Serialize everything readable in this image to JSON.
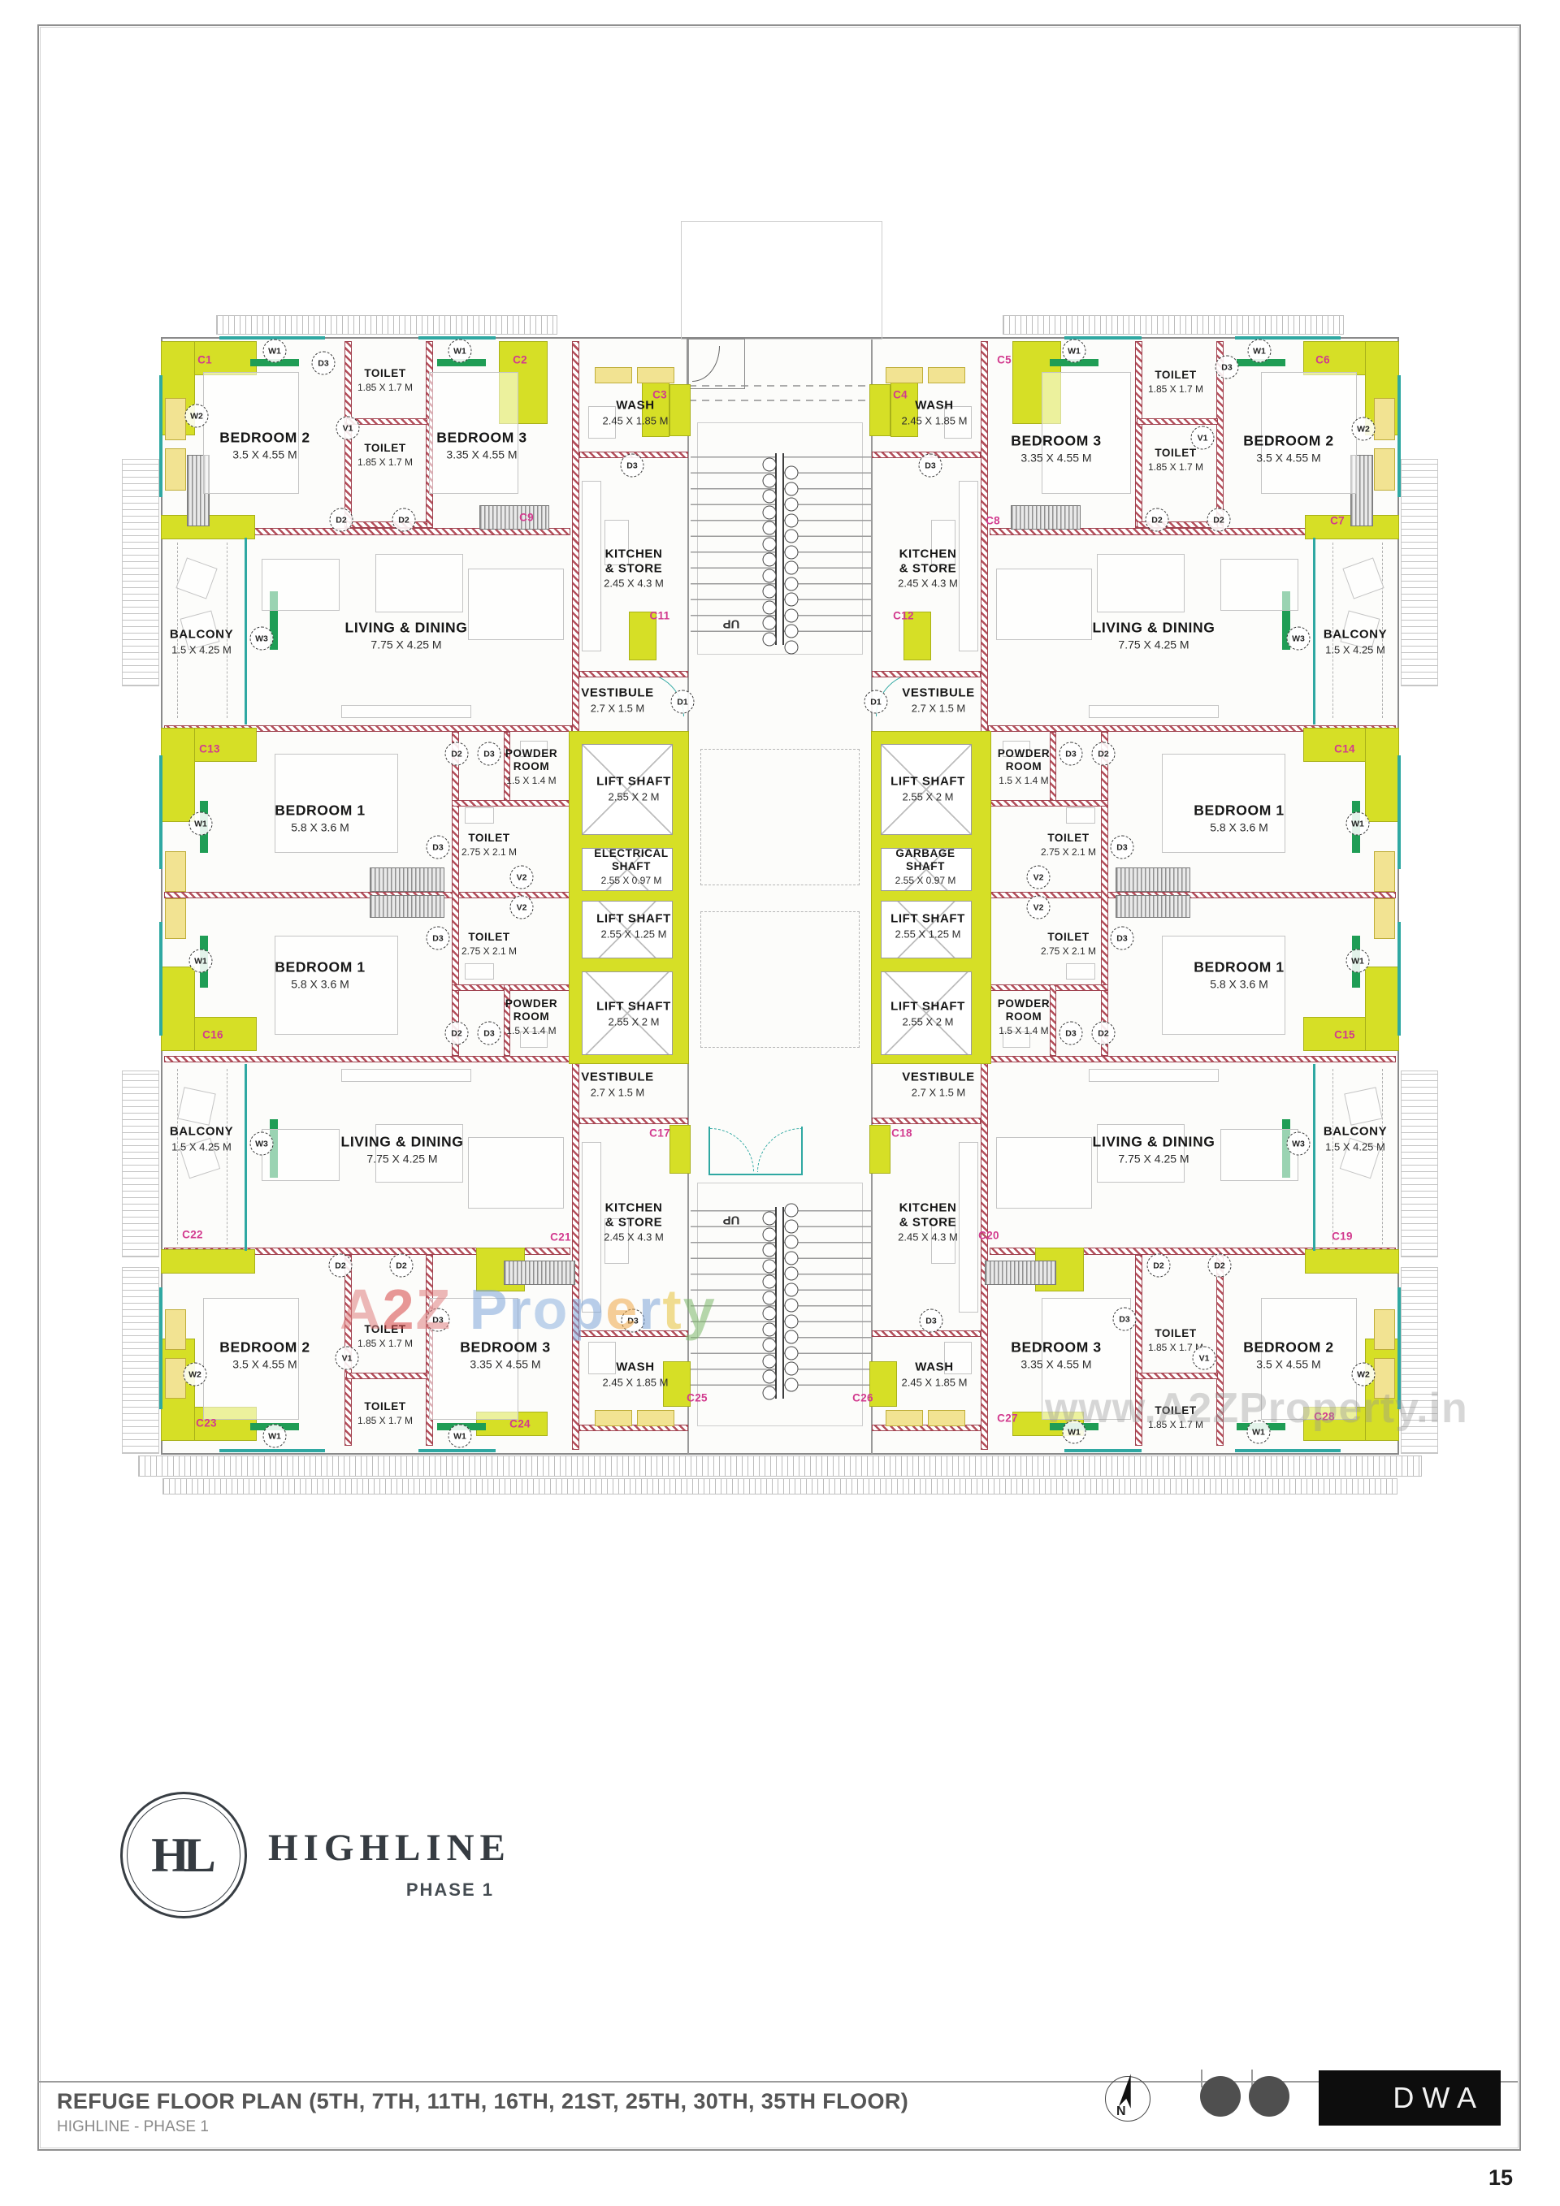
{
  "page": {
    "number": "15"
  },
  "title_block": {
    "title": "REFUGE FLOOR PLAN (5TH, 7TH, 11TH, 16TH, 21ST, 25TH, 30TH, 35TH FLOOR)",
    "subtitle": "HIGHLINE - PHASE 1",
    "north_label": "N",
    "firm_logo_text": "DWA"
  },
  "brand": {
    "monogram": "HL",
    "wordmark": "HIGHLINE",
    "phase": "PHASE 1"
  },
  "watermarks": {
    "center": "A2Z Property",
    "corner": "www.A2ZProperty.in"
  },
  "colors": {
    "column_yellow": "#d6df26",
    "wall_red": "#a63d4a",
    "window_teal": "#2fa8a2",
    "marker_pink": "#d23a8e",
    "sill_green": "#1f9d55",
    "pad_yellow": "#f2e392"
  },
  "rooms": {
    "bedroom1": {
      "name": "BEDROOM 1",
      "dims": "5.8 X 3.6 M"
    },
    "bedroom2": {
      "name": "BEDROOM 2",
      "dims": "3.5 X 4.55 M"
    },
    "bedroom3": {
      "name": "BEDROOM 3",
      "dims": "3.35 X 4.55 M"
    },
    "toilet_small": {
      "name": "TOILET",
      "dims": "1.85 X 1.7 M"
    },
    "toilet_mid": {
      "name": "TOILET",
      "dims": "2.75 X 2.1 M"
    },
    "powder": {
      "name": "POWDER\nROOM",
      "dims": "1.5 X 1.4 M"
    },
    "wash": {
      "name": "WASH",
      "dims": "2.45 X 1.85 M"
    },
    "kitchen": {
      "name": "KITCHEN\n& STORE",
      "dims": "2.45 X 4.3 M"
    },
    "living": {
      "name": "LIVING & DINING",
      "dims": "7.75 X 4.25 M"
    },
    "balcony": {
      "name": "BALCONY",
      "dims": "1.5 X 4.25 M"
    },
    "vestibule": {
      "name": "VESTIBULE",
      "dims": "2.7 X 1.5 M"
    },
    "lift_2m": {
      "name": "LIFT SHAFT",
      "dims": "2.55 X 2 M"
    },
    "lift_125": {
      "name": "LIFT SHAFT",
      "dims": "2.55 X 1.25 M"
    },
    "electrical": {
      "name": "ELECTRICAL\nSHAFT",
      "dims": "2.55 X 0.97 M"
    },
    "garbage": {
      "name": "GARBAGE\nSHAFT",
      "dims": "2.55 X 0.97 M"
    },
    "stairs": {
      "name": "UP",
      "dims": ""
    }
  },
  "column_markers": [
    "C1",
    "C2",
    "C3",
    "C4",
    "C5",
    "C6",
    "C7",
    "C8",
    "C9",
    "C11",
    "C12",
    "C13",
    "C14",
    "C15",
    "C16",
    "C17",
    "C18",
    "C19",
    "C20",
    "C21",
    "C22",
    "C23",
    "C24",
    "C25",
    "C26",
    "C27",
    "C28"
  ],
  "tags": {
    "W1": "W1",
    "W2": "W2",
    "W3": "W3",
    "V1": "V1",
    "V2": "V2",
    "D1": "D1",
    "D2": "D2",
    "D3": "D3"
  }
}
